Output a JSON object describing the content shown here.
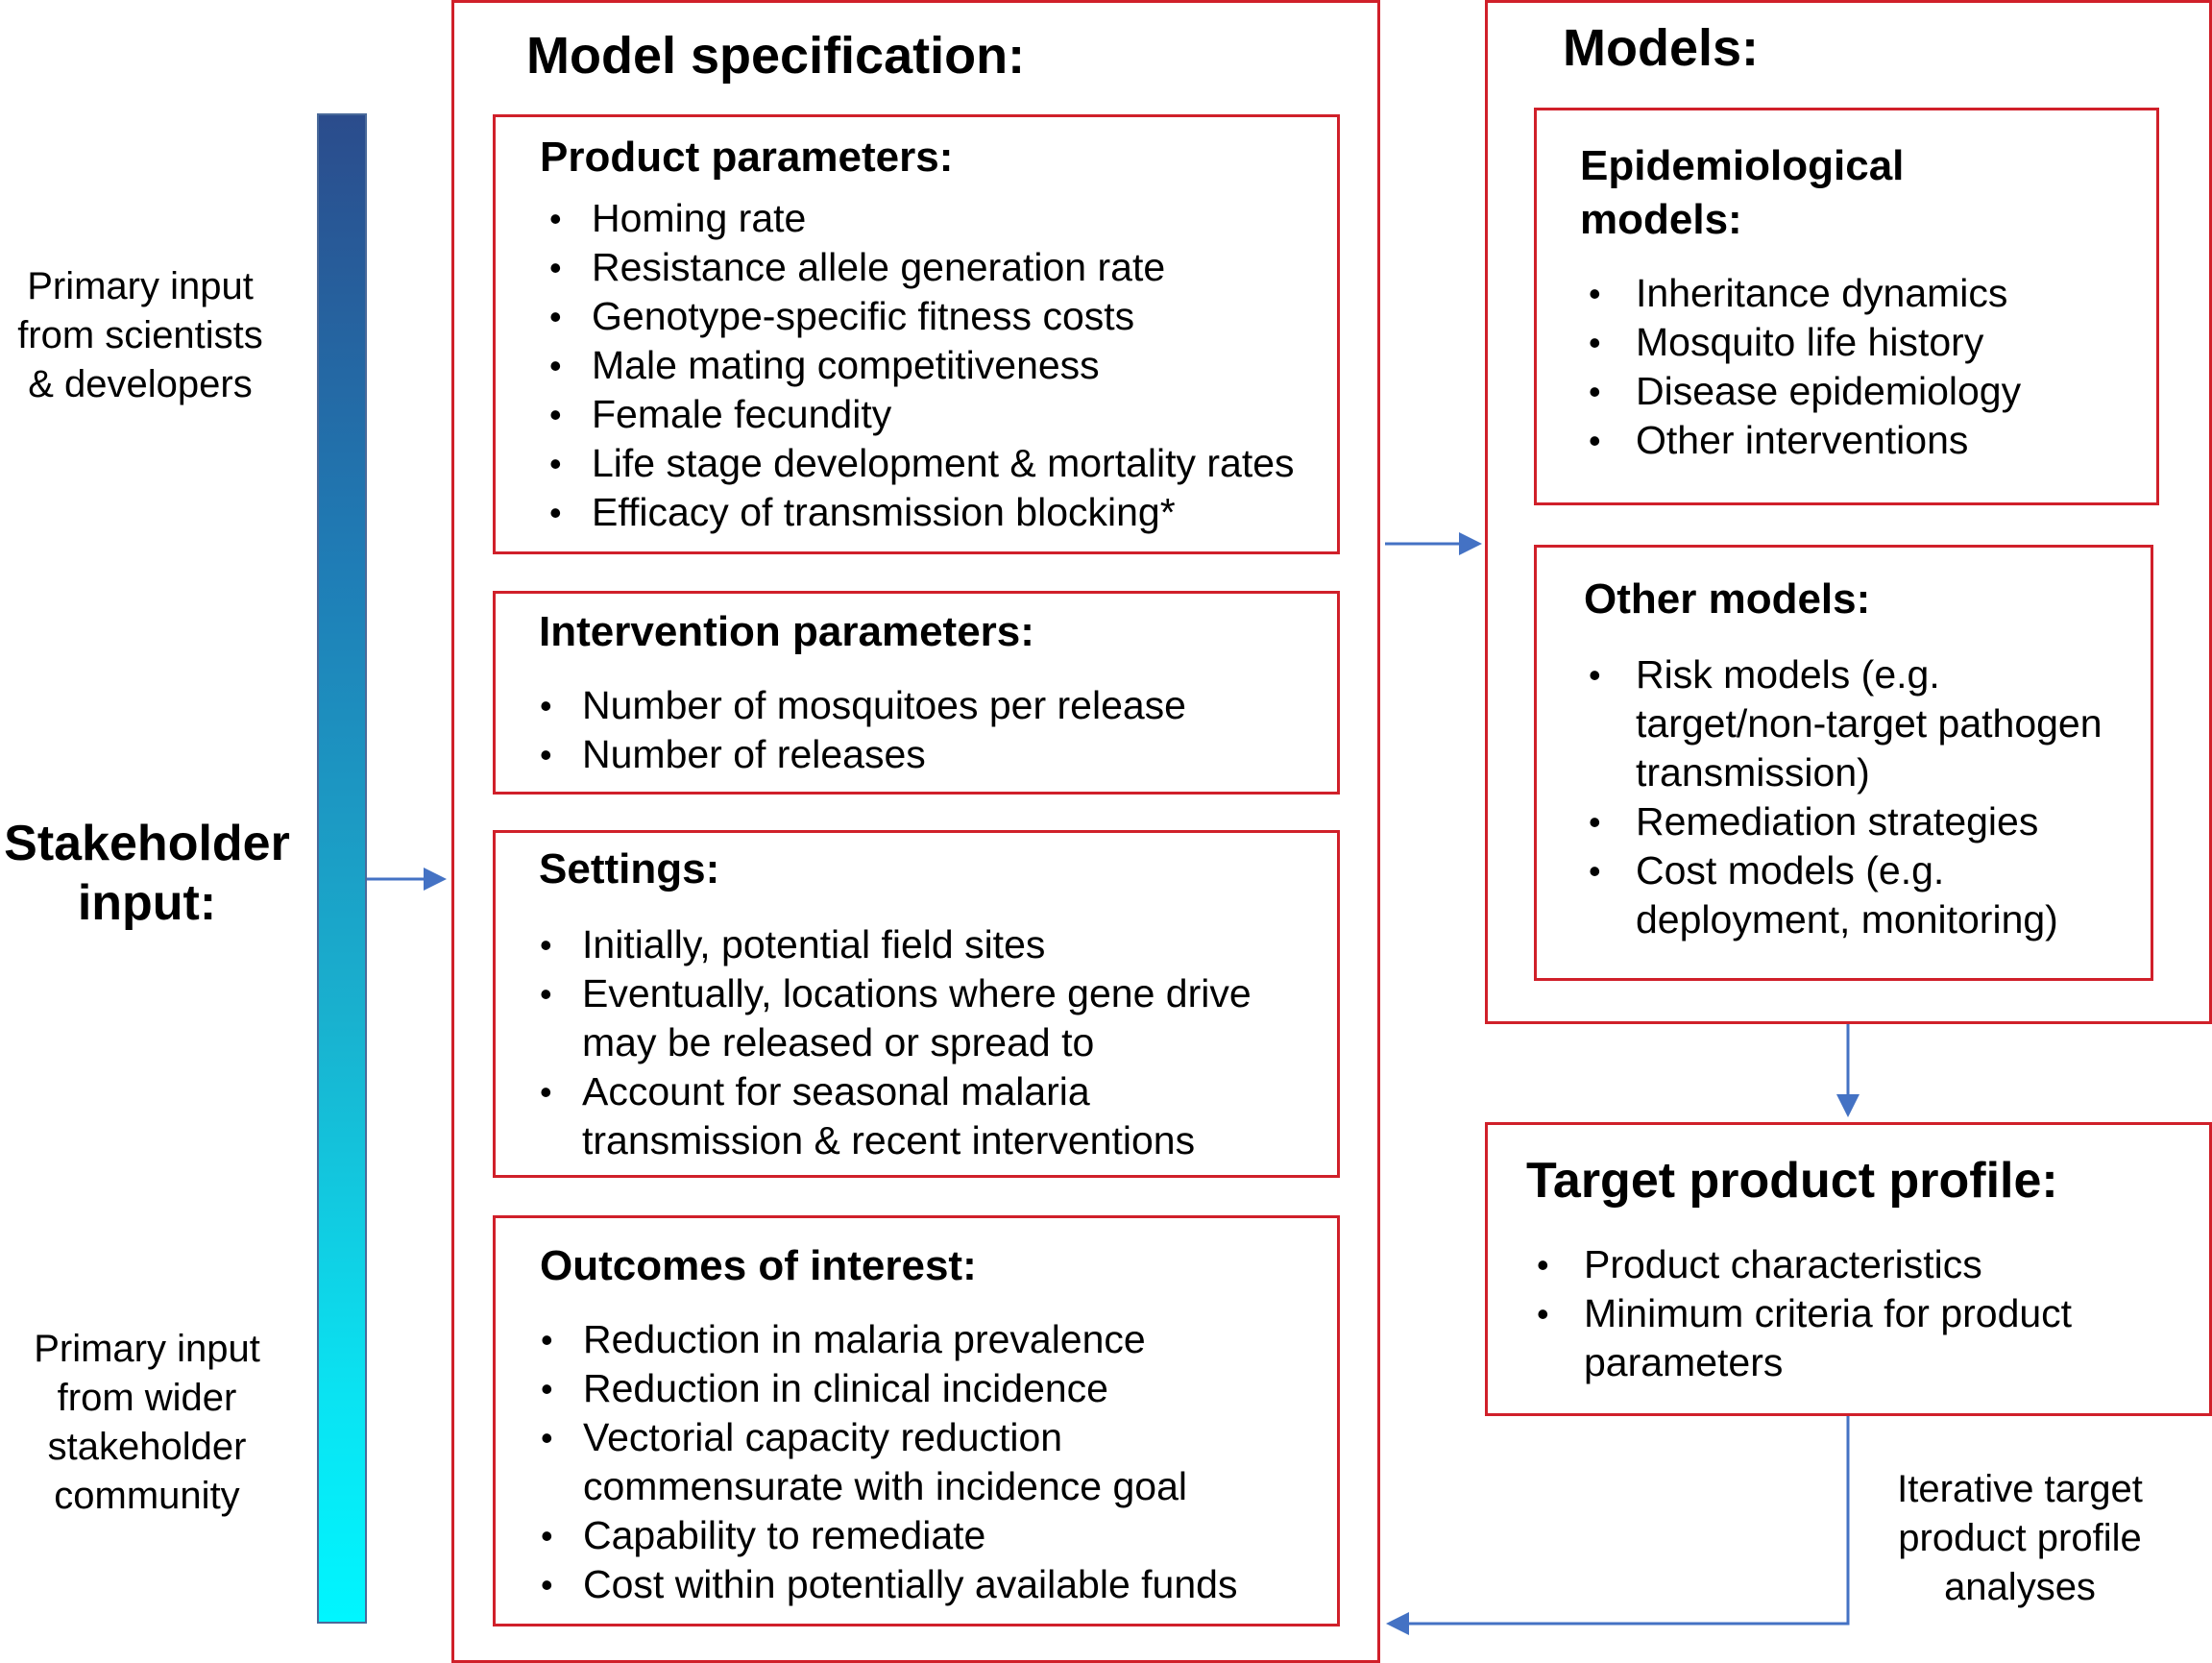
{
  "left": {
    "top_text": [
      "Primary input",
      "from scientists",
      "& developers"
    ],
    "stakeholder_title": [
      "Stakeholder",
      "input:"
    ],
    "bottom_text": [
      "Primary input",
      "from wider",
      "stakeholder",
      "community"
    ]
  },
  "model_spec": {
    "title": "Model specification:",
    "product": {
      "title": "Product parameters:",
      "items": [
        "Homing rate",
        "Resistance allele generation rate",
        "Genotype-specific fitness costs",
        "Male mating competitiveness",
        "Female fecundity",
        "Life stage development & mortality rates",
        "Efficacy of transmission blocking*"
      ]
    },
    "intervention": {
      "title": "Intervention parameters:",
      "items": [
        "Number of mosquitoes per release",
        "Number of releases"
      ]
    },
    "settings": {
      "title": "Settings:",
      "items": [
        [
          "Initially, potential field sites"
        ],
        [
          "Eventually, locations where gene drive",
          "may be released or spread to"
        ],
        [
          "Account for seasonal malaria",
          "transmission & recent interventions"
        ]
      ]
    },
    "outcomes": {
      "title": "Outcomes of interest:",
      "items": [
        [
          "Reduction in malaria prevalence"
        ],
        [
          "Reduction in clinical incidence"
        ],
        [
          "Vectorial capacity reduction",
          "commensurate with incidence goal"
        ],
        [
          "Capability to remediate"
        ],
        [
          "Cost within potentially available funds"
        ]
      ]
    }
  },
  "models": {
    "title": "Models:",
    "epi": {
      "title": [
        "Epidemiological",
        "models:"
      ],
      "items": [
        "Inheritance dynamics",
        "Mosquito life history",
        "Disease epidemiology",
        "Other interventions"
      ]
    },
    "other": {
      "title": "Other models:",
      "items": [
        [
          "Risk models (e.g.",
          "target/non-target pathogen",
          "transmission)"
        ],
        [
          "Remediation strategies"
        ],
        [
          "Cost models (e.g.",
          "deployment, monitoring)"
        ]
      ]
    }
  },
  "tpp": {
    "title": "Target product profile:",
    "items": [
      [
        "Product characteristics"
      ],
      [
        "Minimum criteria for product",
        "parameters"
      ]
    ]
  },
  "iterative": [
    "Iterative target",
    "product profile",
    "analyses"
  ],
  "colors": {
    "box_border": "#d0202a",
    "arrow": "#4472c4"
  }
}
